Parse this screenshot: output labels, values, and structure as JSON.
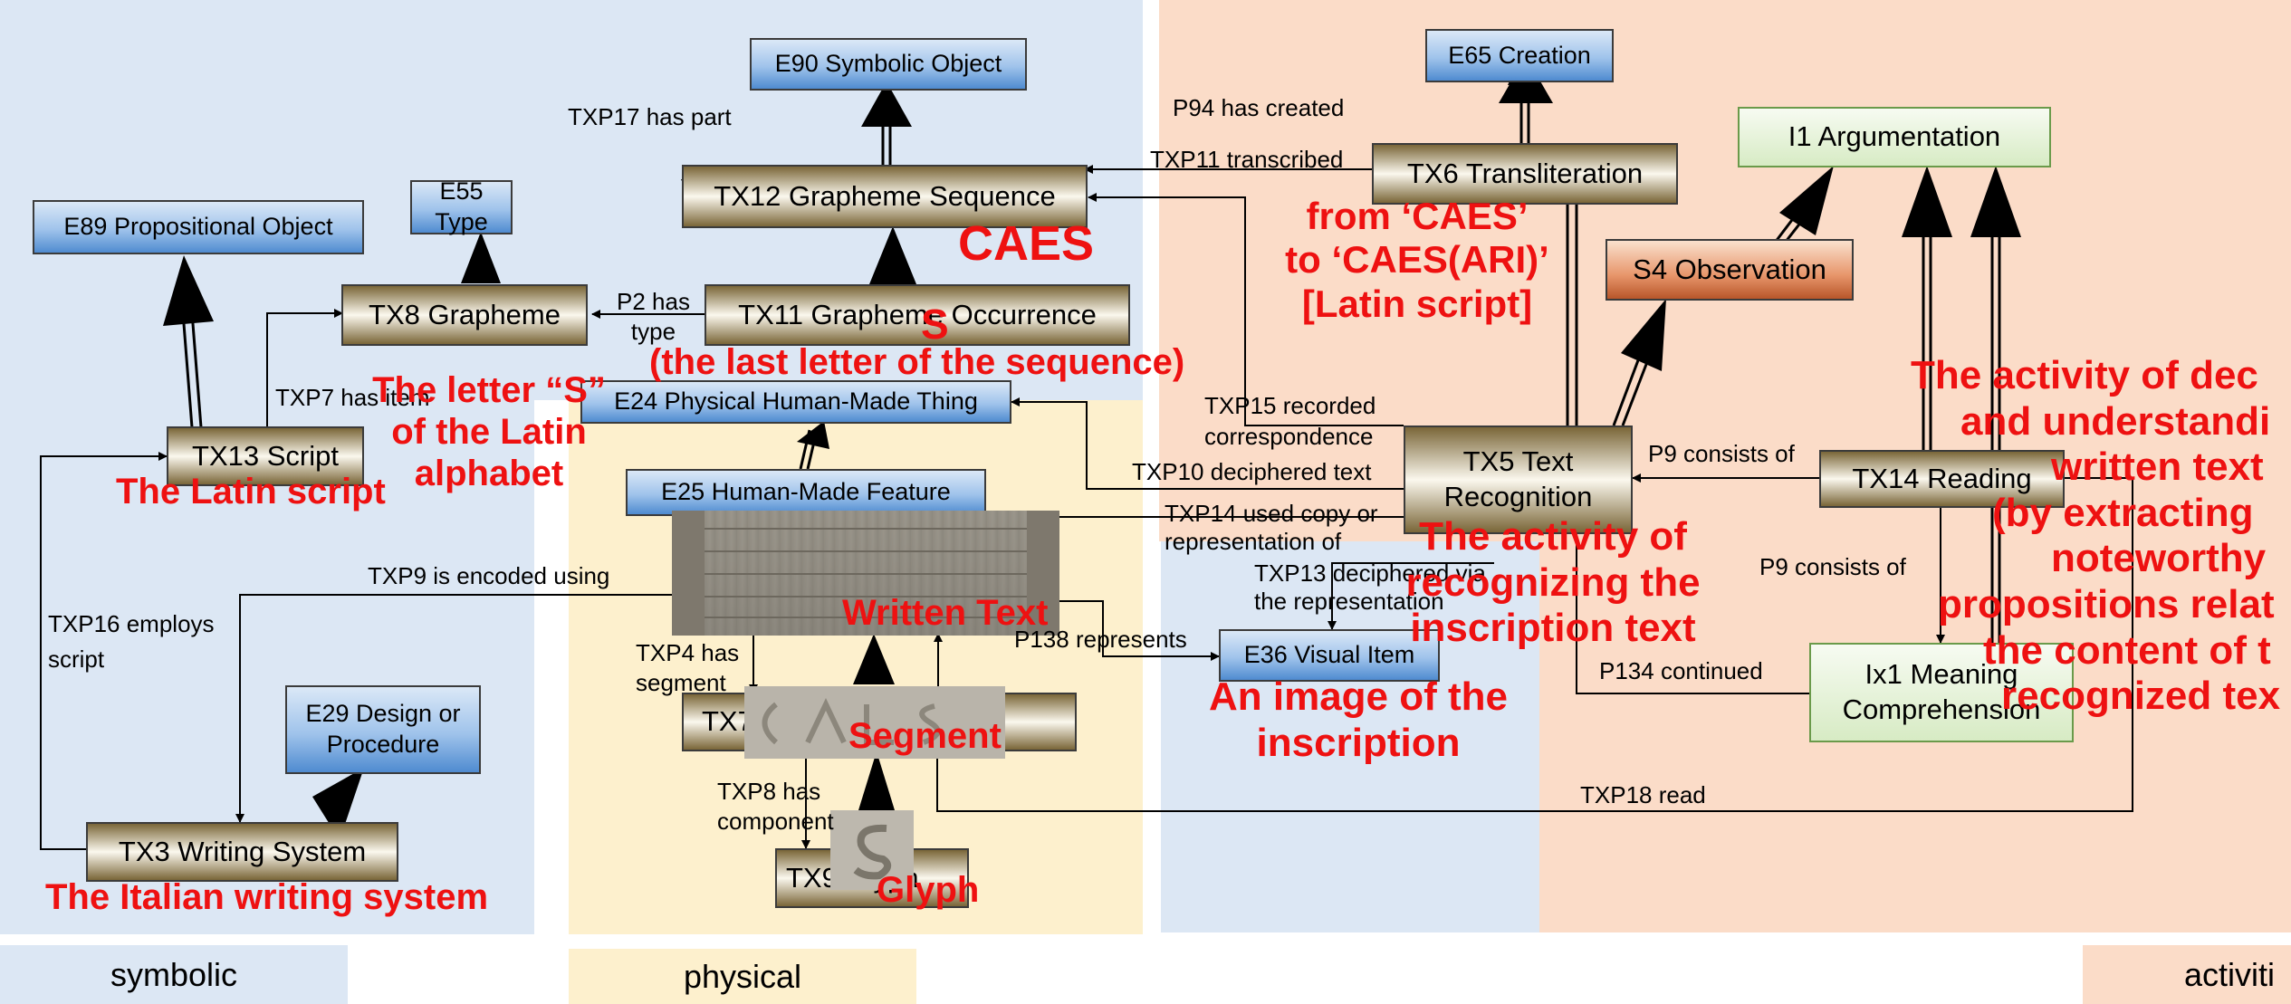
{
  "colors": {
    "symbolic_bg": "#dce7f4",
    "physical_bg": "#fdf0cd",
    "activities_bg": "#fbdcc8",
    "annotation_red": "#ee1111"
  },
  "legend": {
    "symbolic": "symbolic",
    "physical": "physical",
    "activities": "activiti"
  },
  "nodes": {
    "e90": "E90 Symbolic Object",
    "e65": "E65 Creation",
    "i1": "I1 Argumentation",
    "e89": "E89 Propositional Object",
    "e55": "E55 Type",
    "tx12": "TX12 Grapheme Sequence",
    "tx6": "TX6 Transliteration",
    "s4": "S4 Observation",
    "tx8": "TX8 Grapheme",
    "tx11": "TX11 Grapheme Occurrence",
    "e24": "E24 Physical Human-Made Thing",
    "tx13": "TX13 Script",
    "e25": "E25 Human-Made Feature",
    "tx5_line1": "TX5 Text",
    "tx5_line2": "Recognition",
    "tx14": "TX14 Reading",
    "e36": "E36 Visual Item",
    "ix1_line1": "Ix1 Meaning",
    "ix1_line2": "Comprehension",
    "e29_line1": "E29 Design or",
    "e29_line2": "Procedure",
    "tx7": "TX7 Segment",
    "tx3": "TX3 Writing System",
    "tx9": "TX9 Glyph"
  },
  "edge_labels": {
    "txp17": "TXP17 has part",
    "p94": "P94 has created",
    "txp11": "TXP11 transcribed",
    "p2_line1": "P2 has",
    "p2_line2": "type",
    "txp7": "TXP7 has item",
    "txp15_line1": "TXP15 recorded",
    "txp15_line2": "correspondence",
    "p9a": "P9 consists of",
    "txp10": "TXP10 deciphered text",
    "txp14_line1": "TXP14 used copy or",
    "txp14_line2": "representation of",
    "txp9": "TXP9 is encoded using",
    "txp13_line1": "TXP13 deciphered via",
    "txp13_line2": "the representation",
    "p9b": "P9 consists of",
    "txp16_line1": "TXP16 employs",
    "txp16_line2": "script",
    "txp4_line1": "TXP4 has",
    "txp4_line2": "segment",
    "p138": "P138 represents",
    "p134": "P134 continued",
    "txp8_line1": "TXP8 has",
    "txp8_line2": "component",
    "txp18": "TXP18 read"
  },
  "annotations": {
    "caes": "CAES",
    "s_letter": "S",
    "last_letter": "(the last letter of the sequence)",
    "from_line1": "from ‘CAES’",
    "from_line2": "to ‘CAES(ARI)’",
    "from_line3": "[Latin script]",
    "letter_line1": "The letter “S”",
    "letter_line2": "of the Latin",
    "letter_line3": "alphabet",
    "latin_script": "The Latin script",
    "activity_line1": "The activity of",
    "activity_line2": "recognizing the",
    "activity_line3": "inscription text",
    "written_text": "Written Text",
    "image_line1": "An image of the",
    "image_line2": "inscription",
    "segment": "Segment",
    "italian": "The Italian writing system",
    "glyph": "Glyph",
    "reading_line1": "The activity of dec",
    "reading_line2": "and understandi",
    "reading_line3": "written text",
    "reading_line4": "(by extracting",
    "reading_line5": "noteworthy",
    "reading_line6": "propositions relat",
    "reading_line7": "the content of t",
    "reading_line8": "recognized tex"
  }
}
